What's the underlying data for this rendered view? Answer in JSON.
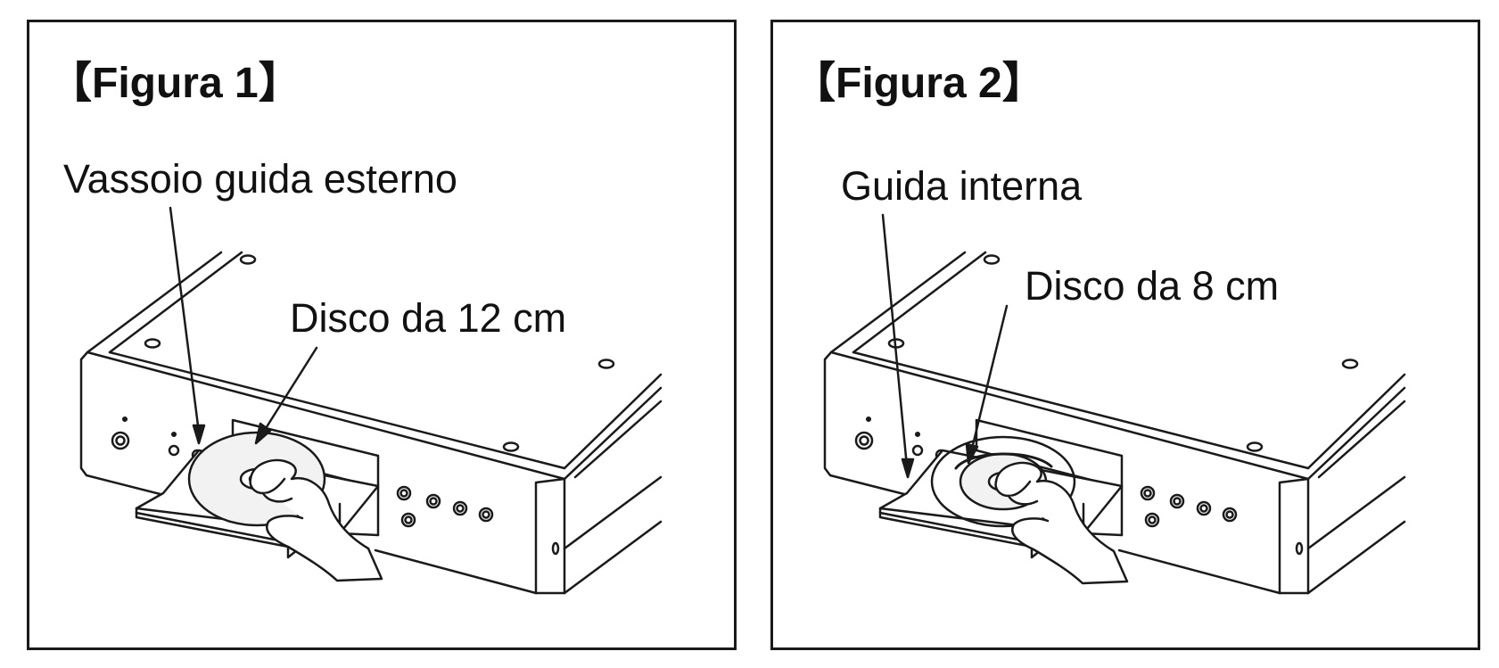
{
  "figures": [
    {
      "title": "【Figura 1】",
      "callouts": {
        "outer_tray": "Vassoio guida esterno",
        "disc": "Disco da 12 cm"
      }
    },
    {
      "title": "【Figura 2】",
      "callouts": {
        "inner_guide": "Guida interna",
        "disc": "Disco da 8 cm"
      }
    }
  ],
  "colors": {
    "line": "#1a1a1a",
    "background": "#ffffff",
    "disc_fill": "#f2f2f2"
  }
}
